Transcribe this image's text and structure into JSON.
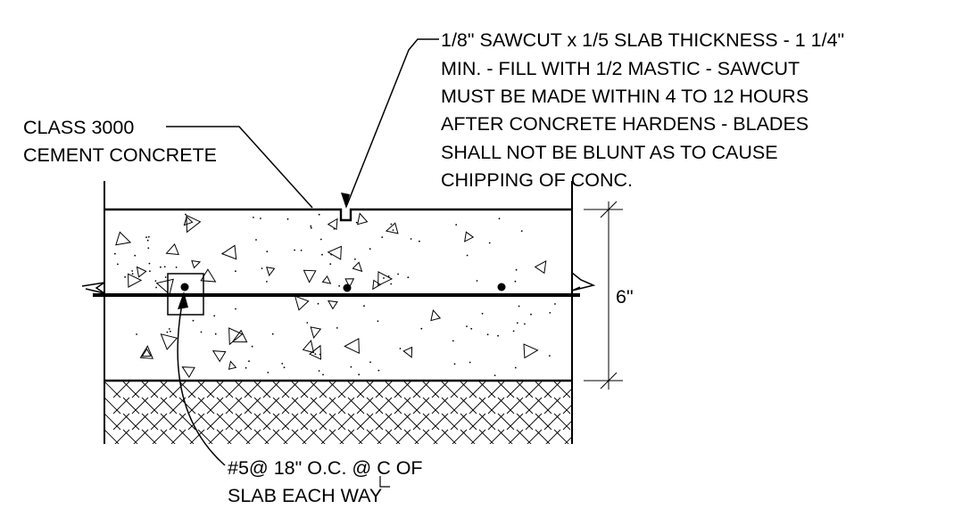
{
  "labels": {
    "sawcut_note": [
      "1/8\" SAWCUT x 1/5 SLAB THICKNESS - 1 1/4\"",
      "MIN. - FILL WITH 1/2 MASTIC - SAWCUT",
      "MUST BE MADE WITHIN 4 TO 12 HOURS",
      "AFTER CONCRETE HARDENS - BLADES",
      "SHALL NOT BE BLUNT AS TO CAUSE",
      "CHIPPING OF CONC."
    ],
    "concrete_note": [
      "CLASS 3000",
      "CEMENT CONCRETE"
    ],
    "rebar_note": [
      "#5@ 18\" O.C. @ C OF",
      "SLAB EACH WAY"
    ],
    "dimension": "6\""
  },
  "colors": {
    "line": "#000000",
    "background": "#ffffff"
  }
}
